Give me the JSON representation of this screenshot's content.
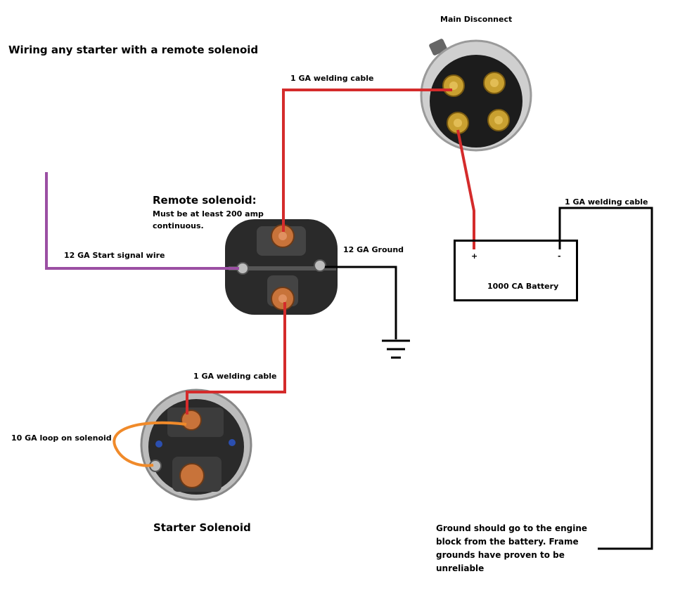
{
  "title": "Wiring any starter with a remote solenoid",
  "labels": {
    "main_disconnect": "Main Disconnect",
    "welding_cable_top": "1 GA welding cable",
    "welding_cable_right": "1 GA welding cable",
    "welding_cable_bottom": "1 GA welding cable",
    "remote_solenoid_title": "Remote solenoid:",
    "remote_solenoid_note_1": "Must be at least 200 amp",
    "remote_solenoid_note_2": "continuous.",
    "start_signal": "12 GA Start signal wire",
    "ground": "12 GA Ground",
    "battery_plus": "+",
    "battery_minus": "-",
    "battery": "1000 CA Battery",
    "loop": "10 GA loop on solenoid",
    "starter_solenoid": "Starter Solenoid",
    "ground_note": "Ground should go to the engine block from the battery. Frame grounds have proven to be unreliable"
  },
  "colors": {
    "red_wire": "#d42b2b",
    "purple_wire": "#9b4fa3",
    "black_wire": "#000000",
    "orange_wire": "#f08a2a",
    "copper": "#c8733a",
    "brass": "#c9a030"
  }
}
